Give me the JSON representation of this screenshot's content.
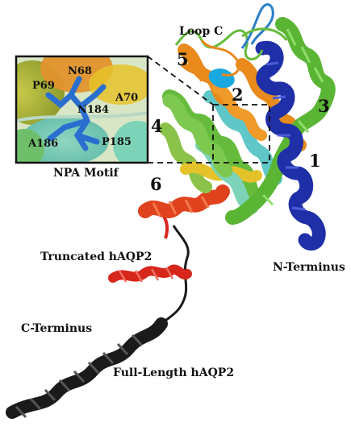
{
  "figure": {
    "inset_title": "NPA Motif",
    "residues": {
      "n68": "N68",
      "a70": "A70",
      "p69": "P69",
      "n184": "N184",
      "a186": "A186",
      "p185": "P185"
    },
    "helix_numbers": {
      "h1": "1",
      "h2": "2",
      "h3": "3",
      "h4": "4",
      "h5": "5",
      "h6": "6"
    },
    "labels": {
      "loop_c": "Loop C",
      "n_terminus": "N-Terminus",
      "truncated": "Truncated hAQP2",
      "c_terminus": "C-Terminus",
      "full_length": "Full-Length hAQP2"
    },
    "colors": {
      "blue": "#1f2fa8",
      "cyan": "#5fc7c7",
      "teal": "#7cd3b8",
      "green": "#66bb3c",
      "yellow": "#e6c22a",
      "orange": "#e88a1c",
      "red": "#d7261b",
      "black": "#1a1a1a",
      "stick_blue": "#2a6fd0"
    }
  }
}
